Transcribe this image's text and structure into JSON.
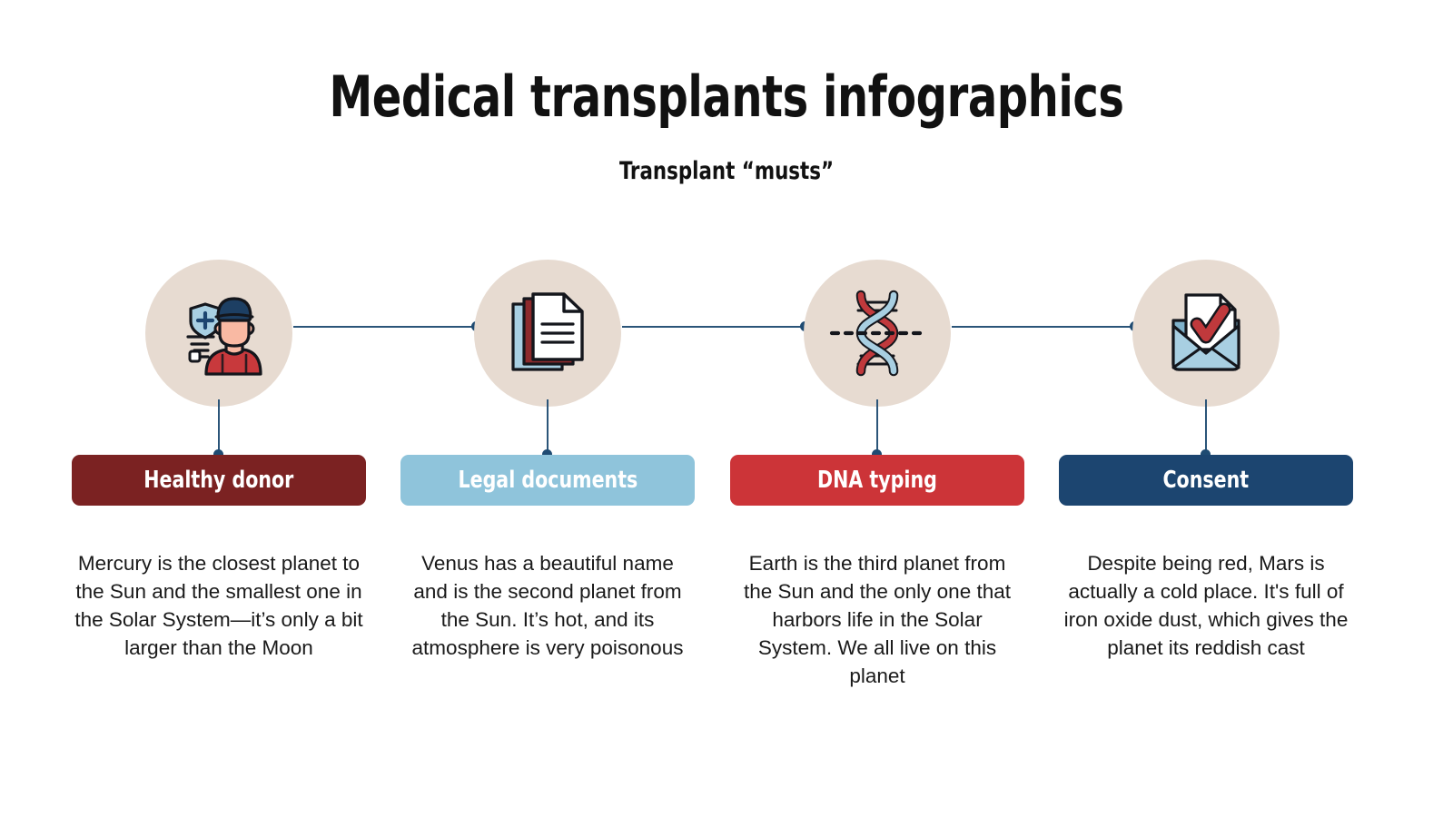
{
  "header": {
    "title": "Medical transplants infographics",
    "subtitle": "Transplant “musts”"
  },
  "theme": {
    "page_background": "#ffffff",
    "circle_background": "#e7dbd1",
    "connector_line": "#2b5579",
    "connector_dot": "#1f4b72",
    "text_color": "#1a1a1a",
    "label_text_color": "#ffffff"
  },
  "steps": [
    {
      "icon": "healthy-donor-icon",
      "label": "Healthy donor",
      "color": "#7b2222",
      "body": "Mercury is the closest planet to the Sun and the smallest one in the Solar System—it’s only a bit larger than the Moon"
    },
    {
      "icon": "legal-documents-icon",
      "label": "Legal documents",
      "color": "#8fc4db",
      "body": "Venus has a beautiful name and is the second planet from the Sun. It’s hot, and its atmosphere is very poisonous"
    },
    {
      "icon": "dna-typing-icon",
      "label": "DNA typing",
      "color": "#cc3438",
      "body": "Earth is the third planet from the Sun and the only one that harbors life in the Solar System. We all live on this planet"
    },
    {
      "icon": "consent-envelope-icon",
      "label": "Consent",
      "color": "#1c4570",
      "body": "Despite being red, Mars is actually a cold place. It's full of iron oxide dust, which gives the planet its reddish cast"
    }
  ]
}
